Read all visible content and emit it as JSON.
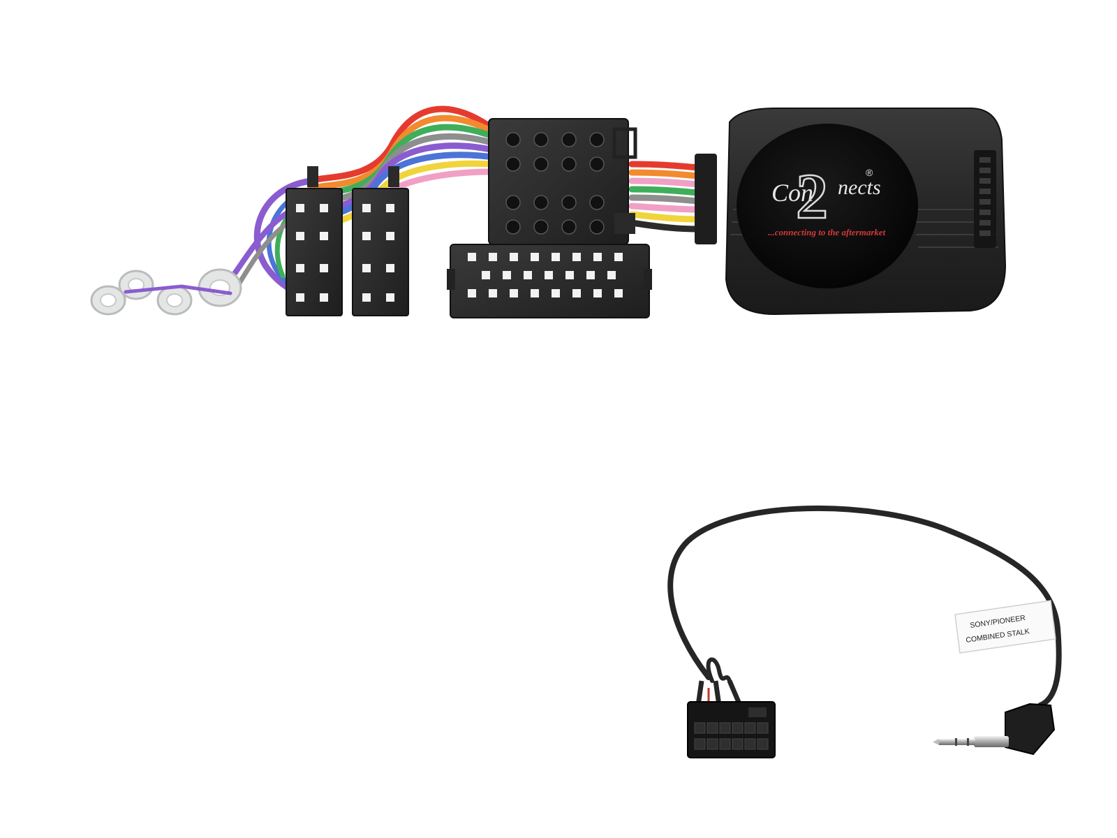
{
  "product": {
    "brand_part1": "Con",
    "brand_mark": "2",
    "brand_part2": "nects",
    "registered": "®",
    "tagline": "...connecting to the aftermarket"
  },
  "adapter_label": {
    "line1": "SONY/PIONEER",
    "line2": "COMBINED STALK"
  },
  "colors": {
    "background": "#ffffff",
    "module": "#2b2b2b",
    "connector": "#2a2a2a",
    "tagline": "#d23a3a",
    "wire_red": "#e53b2f",
    "wire_orange": "#f28a2e",
    "wire_green": "#3fae5b",
    "wire_purple": "#8a5cd0",
    "wire_blue": "#4b74d6",
    "wire_yellow": "#f0d43a",
    "wire_grey": "#8e8e8e",
    "wire_pink": "#f1a0c5"
  }
}
